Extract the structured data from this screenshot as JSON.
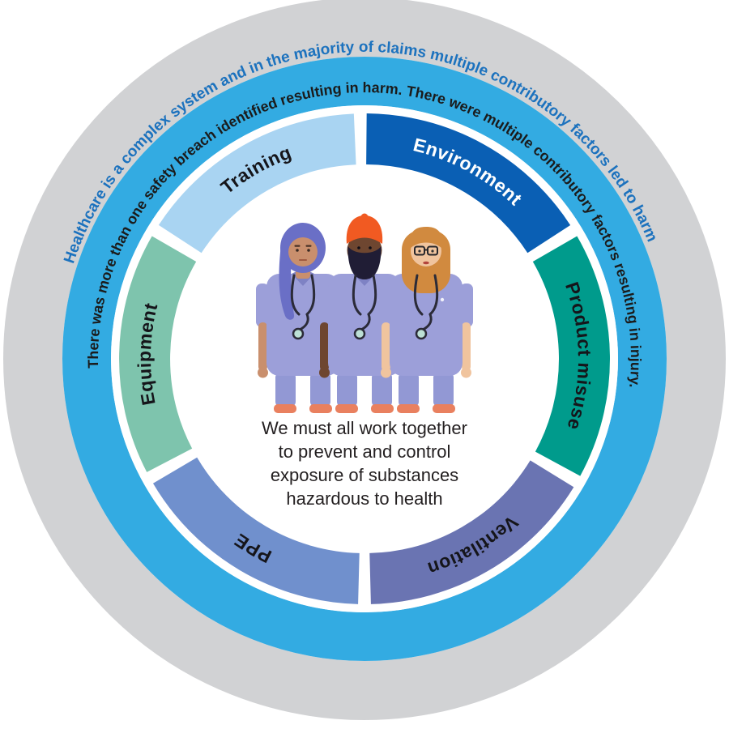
{
  "wheel": {
    "outer_ring": {
      "text": "Healthcare is a complex system and in the majority of claims multiple contributory factors led to harm",
      "band_color": "#D1D2D4",
      "text_color": "#1C72BE"
    },
    "inner_ring": {
      "text": "There was more than one safety breach identified resulting in harm. There were multiple contributory factors resulting in injury.",
      "band_color": "#33ABE2",
      "text_color": "#1B1B1B"
    },
    "segments": [
      {
        "label": "Environment",
        "color": "#0A5FB4",
        "label_color": "#FFFFFF"
      },
      {
        "label": "Product misuse",
        "color": "#009B8C",
        "label_color": "#15151A"
      },
      {
        "label": "Ventilation",
        "color": "#6A74B2",
        "label_color": "#15151A"
      },
      {
        "label": "PPE",
        "color": "#7090CD",
        "label_color": "#15151A"
      },
      {
        "label": "Equipment",
        "color": "#7EC4AD",
        "label_color": "#15151A"
      },
      {
        "label": "Training",
        "color": "#A9D4F2",
        "label_color": "#15151A"
      }
    ],
    "center_message": {
      "lines": [
        "We must all work together",
        "to prevent and control",
        "exposure of substances",
        "hazardous to health"
      ],
      "text_color": "#231F20"
    },
    "illustration": {
      "name": "three-healthcare-workers",
      "colors": {
        "scrubs": "#9C9FD9",
        "trousers": "#9298D4",
        "shoes": "#E9805F",
        "skin_left": "#C98F6D",
        "skin_middle": "#6E4630",
        "skin_right": "#F0C49E",
        "hijab": "#6A6FC6",
        "turban": "#F15A22",
        "hair": "#D18A3F",
        "beard": "#201D35",
        "stethoscope": "#2B2B38",
        "chestpiece": "#BCE0D5",
        "accent_dark": "#7E82C4"
      }
    }
  }
}
